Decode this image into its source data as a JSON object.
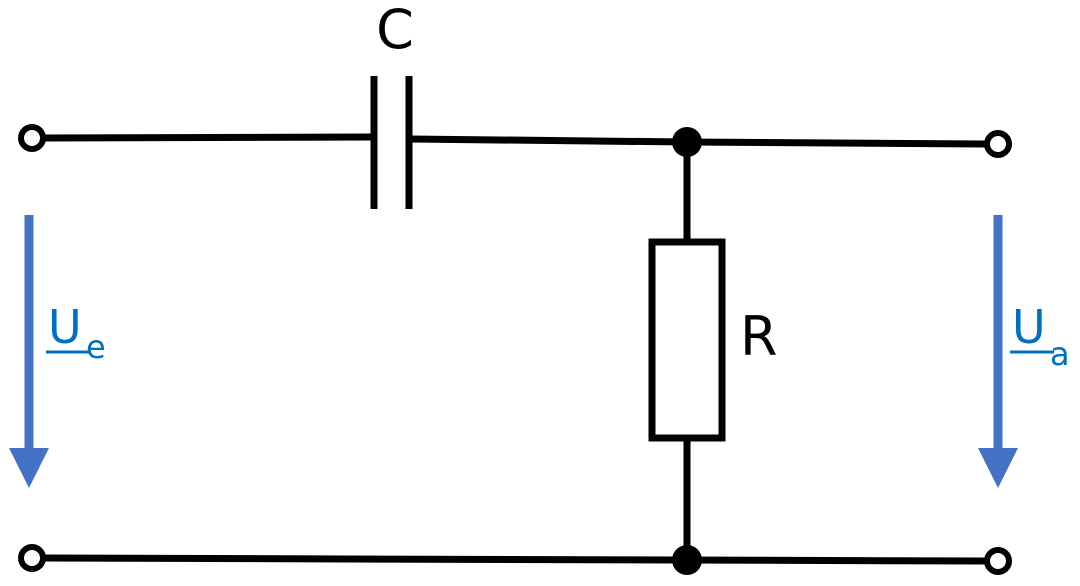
{
  "components": {
    "capacitor": {
      "label": "C"
    },
    "resistor": {
      "label": "R"
    }
  },
  "voltages": {
    "input": {
      "symbol": "U",
      "subscript": "e"
    },
    "output": {
      "symbol": "U",
      "subscript": "a"
    }
  },
  "colors": {
    "wire": "#000000",
    "arrow": "#4472c4",
    "voltage_label": "#0070c0"
  }
}
